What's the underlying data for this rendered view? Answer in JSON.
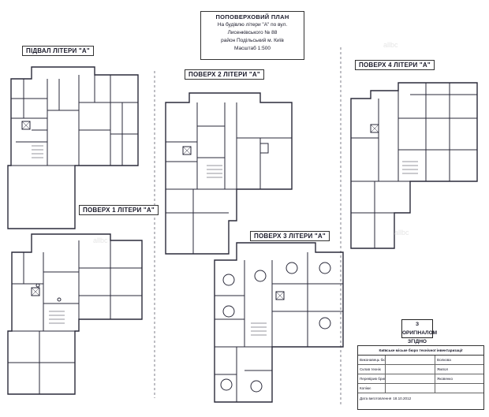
{
  "title_box": {
    "heading": "ПОПОВЕРХОВИЙ ПЛАН",
    "line1": "На будівлю літери \"А\" по вул.",
    "line2": "Лисенківського № 88",
    "line3": "район Подільський м. Київ",
    "scale": "Масштаб 1:500"
  },
  "floor_labels": {
    "basement": "ПІДВАЛ ЛІТЕРИ \"А\"",
    "floor2": "ПОВЕРХ 2 ЛІТЕРИ \"А\"",
    "floor4": "ПОВЕРХ 4 ЛІТЕРИ \"А\"",
    "floor1": "ПОВЕРХ 1 ЛІТЕРИ \"А\"",
    "floor3": "ПОВЕРХ 3 ЛІТЕРИ \"А\""
  },
  "stamp": {
    "line1": "З ОРИГІНАЛОМ",
    "line2": "ЗГІДНО"
  },
  "legend": {
    "header": "Київське міське бюро технічної інвентаризації",
    "rows": [
      {
        "role": "Виконавець бюро",
        "name": "Волкова"
      },
      {
        "role": "Склав технік",
        "name": "Ямпол"
      },
      {
        "role": "Перевірив бригадир",
        "name": "Яковенко"
      },
      {
        "role": "Копіює",
        "name": ""
      }
    ],
    "footer": "Дата виготовлення",
    "date": "18.10.2012"
  },
  "watermarks": [
    "allbc",
    "allbc",
    "allbc"
  ],
  "colors": {
    "ink": "#2a2a3a",
    "paper": "#ffffff"
  }
}
